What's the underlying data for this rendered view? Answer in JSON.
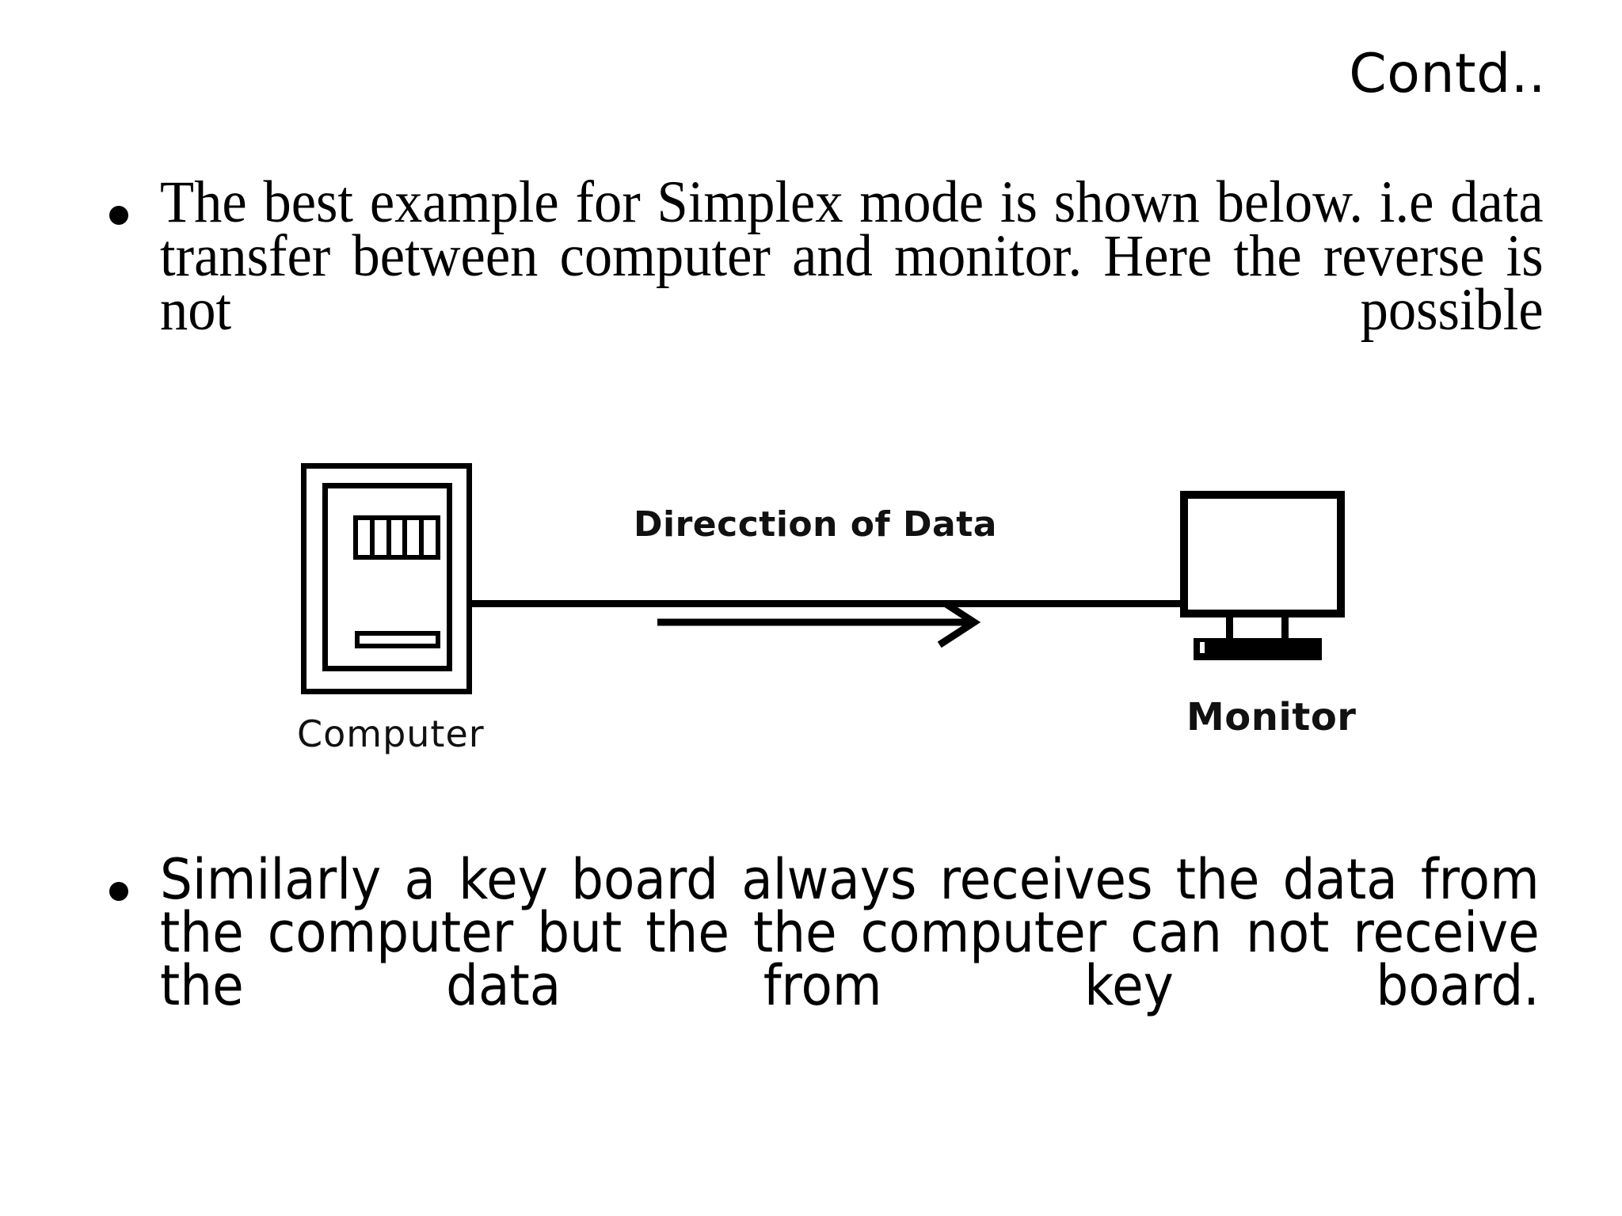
{
  "slide": {
    "title": "Contd..",
    "background_color": "#ffffff",
    "text_color": "#000000"
  },
  "bullets": [
    {
      "id": "bullet-1",
      "marker": "•",
      "text": "The best example for Simplex mode is shown below. i.e data transfer between computer and monitor. Here the reverse is not possible"
    },
    {
      "id": "bullet-2",
      "marker": "•",
      "text": "Similarly a key board always receives the data from the computer but the the computer can not receive the data from key board."
    }
  ],
  "diagram": {
    "name": "simplex-data-flow-diagram",
    "direction_label": "Direcction of Data",
    "computer_label": "Computer",
    "monitor_label": "Monitor",
    "arrow_direction": "right",
    "line_color": "#000000",
    "drive_slot_count": 5
  }
}
